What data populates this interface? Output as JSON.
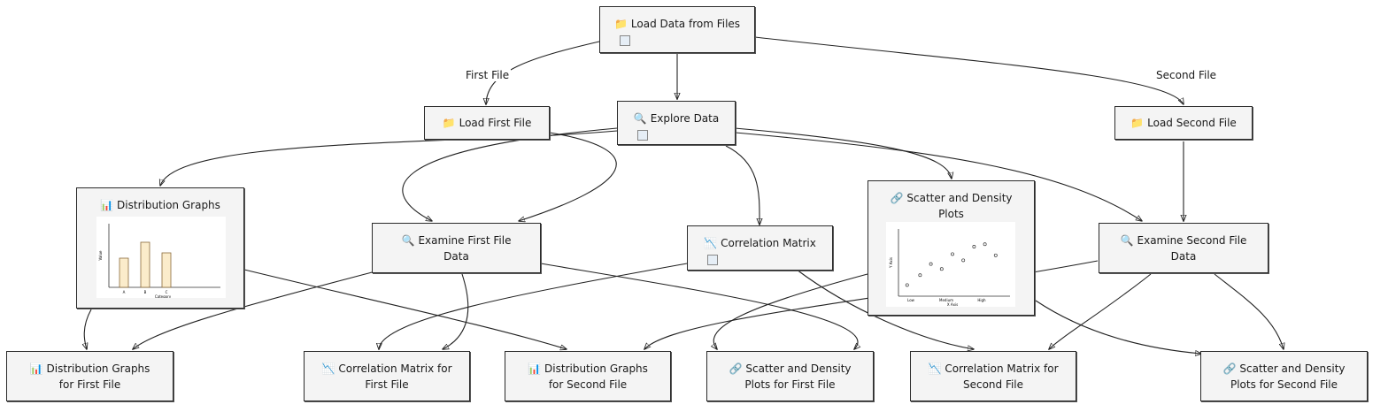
{
  "nodes": {
    "load_data": {
      "label": "Load Data from Files",
      "icon": "folder-icon"
    },
    "load_first": {
      "label": "Load First File",
      "icon": "folder-icon"
    },
    "explore": {
      "label": "Explore Data",
      "icon": "magnifier-icon"
    },
    "load_second": {
      "label": "Load Second File",
      "icon": "folder-icon"
    },
    "dist_graphs": {
      "label": "Distribution Graphs",
      "icon": "bar-chart-icon"
    },
    "examine_first": {
      "line1": "Examine First File",
      "line2": "Data",
      "icon": "magnifier-icon"
    },
    "corr_matrix": {
      "label": "Correlation Matrix",
      "icon": "trend-down-icon"
    },
    "scatter_density": {
      "line1": "Scatter and Density",
      "line2": "Plots",
      "icon": "link-icon"
    },
    "examine_second": {
      "line1": "Examine Second File",
      "line2": "Data",
      "icon": "magnifier-icon"
    },
    "dist_first": {
      "line1": "Distribution Graphs",
      "line2": "for First File",
      "icon": "bar-chart-icon"
    },
    "corr_first": {
      "line1": "Correlation Matrix for",
      "line2": "First File",
      "icon": "trend-down-icon"
    },
    "dist_second": {
      "line1": "Distribution Graphs",
      "line2": "for Second File",
      "icon": "bar-chart-icon"
    },
    "scatter_first": {
      "line1": "Scatter and Density",
      "line2": "Plots for First File",
      "icon": "link-icon"
    },
    "corr_second": {
      "line1": "Correlation Matrix for",
      "line2": "Second File",
      "icon": "trend-down-icon"
    },
    "scatter_second": {
      "line1": "Scatter and Density",
      "line2": "Plots for Second File",
      "icon": "link-icon"
    }
  },
  "edge_labels": {
    "first_file": "First File",
    "second_file": "Second File"
  },
  "thumbnails": {
    "bar": {
      "x_label": "Category",
      "y_label": "Value",
      "categories": [
        "A",
        "B",
        "C"
      ],
      "values": [
        0.55,
        0.85,
        0.65
      ]
    },
    "scatter": {
      "x_label": "X Axis",
      "y_label": "Y Axis",
      "x_ticks": [
        "Low",
        "Medium",
        "High"
      ]
    }
  },
  "colors": {
    "node_fill": "#f4f4f4",
    "node_border": "#2a2a2a",
    "bar_fill": "#fbeccb",
    "bar_stroke": "#8a6a3a"
  }
}
